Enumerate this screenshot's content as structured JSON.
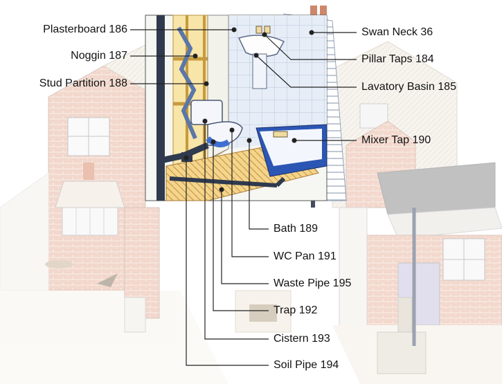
{
  "labels": {
    "plasterboard": "Plasterboard 186",
    "noggin": "Noggin 187",
    "stud_partition": "Stud Partition 188",
    "swan_neck": "Swan Neck 36",
    "pillar_taps": "Pillar Taps 184",
    "lavatory_basin": "Lavatory Basin 185",
    "mixer_tap": "Mixer Tap 190",
    "bath": "Bath 189",
    "wc_pan": "WC Pan 191",
    "waste_pipe": "Waste Pipe 195",
    "trap": "Trap 192",
    "cistern": "Cistern 193",
    "soil_pipe": "Soil Pipe 194"
  },
  "colors": {
    "leader": "#222222",
    "pipe": "#2f3a4e",
    "tile": "#dfe8f4",
    "timber": "#e8c777",
    "brick": "#c46a4e",
    "bath": "#2c56b4"
  }
}
